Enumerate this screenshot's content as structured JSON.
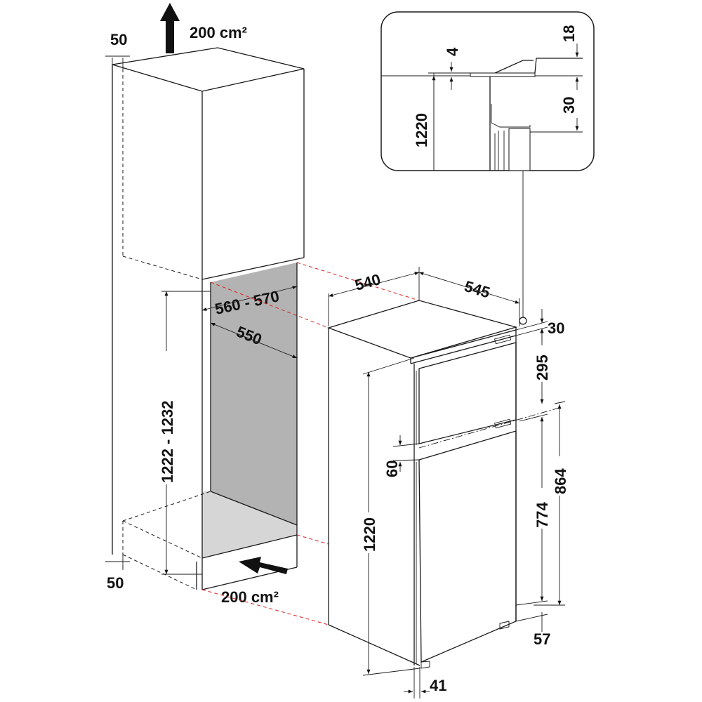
{
  "diagram": {
    "ventilation_top": "200 cm²",
    "ventilation_bottom": "200 cm²",
    "cabinet_gap_top": "50",
    "cabinet_gap_bottom": "50",
    "niche_width": "560 - 570",
    "niche_depth": "550",
    "niche_height": "1222 - 1232",
    "appliance_width": "540",
    "appliance_depth": "545",
    "appliance_height": "1220",
    "top_gap": "30",
    "freezer_door_height": "295",
    "door_gap": "60",
    "hinge_distance_upper": "864",
    "hinge_distance_lower": "774",
    "bottom_offset": "57",
    "foot_offset": "41",
    "detail": {
      "height": "1220",
      "gap": "4",
      "top_offset": "18",
      "hinge_offset": "30"
    },
    "colors": {
      "niche_back": "#b3b3b3",
      "niche_floor": "#d6d6d6",
      "guide": "#dd2222"
    }
  }
}
